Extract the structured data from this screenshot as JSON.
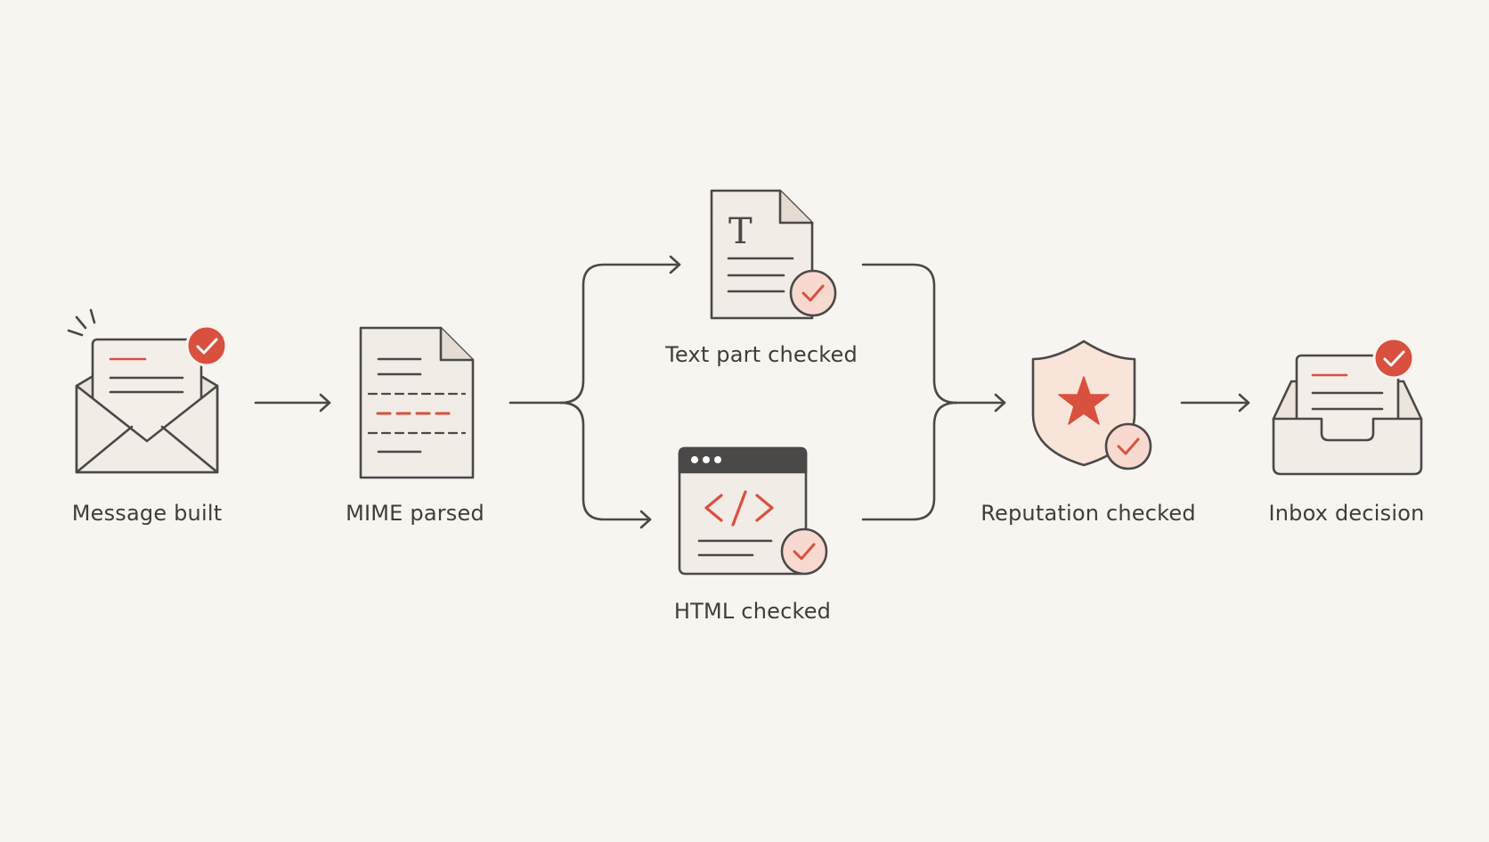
{
  "colors": {
    "background": "#f8f5f1",
    "stroke": "#4a4948",
    "accent": "#d9503f",
    "accent_soft": "#f8d9cf",
    "paper": "#f1ece5",
    "text": "#3f3d3b"
  },
  "nodes": [
    {
      "id": "message-built",
      "label": "Message built",
      "icon": "open-envelope-with-letter-icon",
      "status_icon": "filled-check-badge-icon"
    },
    {
      "id": "mime-parsed",
      "label": "MIME parsed",
      "icon": "document-with-dashed-lines-icon"
    },
    {
      "id": "text-part-checked",
      "label": "Text part checked",
      "icon": "text-document-icon",
      "glyph": "T",
      "status_icon": "outline-check-badge-icon"
    },
    {
      "id": "html-checked",
      "label": "HTML checked",
      "icon": "code-window-icon",
      "glyph": "</>",
      "status_icon": "outline-check-badge-icon"
    },
    {
      "id": "reputation-checked",
      "label": "Reputation checked",
      "icon": "star-shield-icon",
      "status_icon": "outline-check-badge-icon"
    },
    {
      "id": "inbox-decision",
      "label": "Inbox decision",
      "icon": "inbox-tray-icon",
      "status_icon": "filled-check-badge-icon"
    }
  ],
  "edges": [
    {
      "from": "message-built",
      "to": "mime-parsed"
    },
    {
      "from": "mime-parsed",
      "to": "text-part-checked"
    },
    {
      "from": "mime-parsed",
      "to": "html-checked"
    },
    {
      "from": "text-part-checked",
      "to": "reputation-checked"
    },
    {
      "from": "html-checked",
      "to": "reputation-checked"
    },
    {
      "from": "reputation-checked",
      "to": "inbox-decision"
    }
  ]
}
